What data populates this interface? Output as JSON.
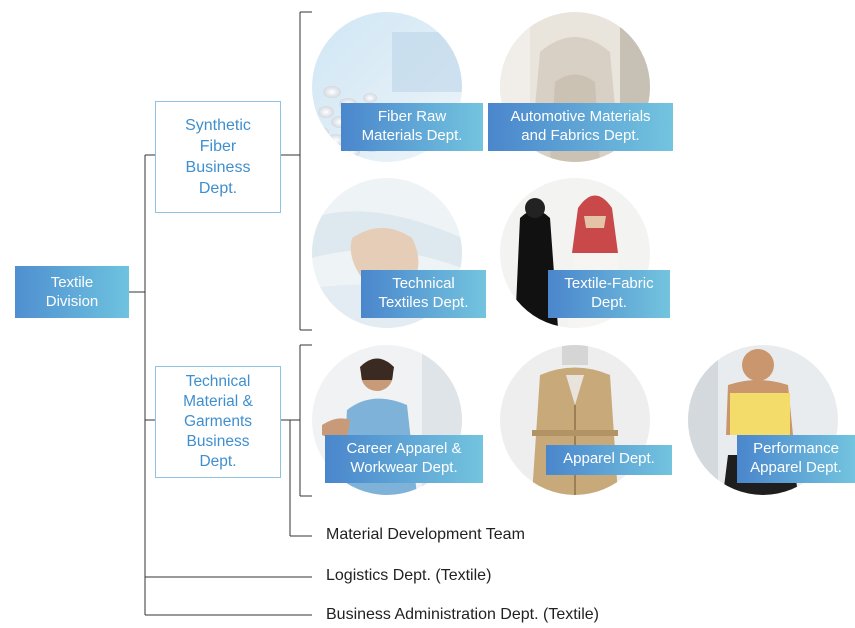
{
  "root": {
    "label": "Textile\nDivision"
  },
  "divisions": [
    {
      "label": "Synthetic\nFiber\nBusiness\nDept."
    },
    {
      "label": "Technical\nMaterial &\nGarments\nBusiness\nDept."
    }
  ],
  "departments": [
    {
      "label": "Fiber Raw\nMaterials Dept.",
      "icon": "fiber-pellets-photo"
    },
    {
      "label": "Automotive Materials\nand Fabrics Dept.",
      "icon": "car-seat-photo"
    },
    {
      "label": "Technical\nTextiles Dept.",
      "icon": "technical-textile-photo"
    },
    {
      "label": "Textile-Fabric\nDept.",
      "icon": "robe-garments-photo"
    },
    {
      "label": "Career Apparel &\nWorkwear Dept.",
      "icon": "nurse-uniform-photo"
    },
    {
      "label": "Apparel Dept.",
      "icon": "trench-coat-photo"
    },
    {
      "label": "Performance\nApparel Dept.",
      "icon": "sportswear-photo"
    }
  ],
  "teams": [
    {
      "label": "Material Development Team"
    },
    {
      "label": "Logistics Dept. (Textile)"
    },
    {
      "label": "Business Administration Dept. (Textile)"
    }
  ],
  "colors": {
    "accent_blue": "#4f8fd0",
    "accent_cyan": "#6ec3e0",
    "line": "#333333"
  }
}
